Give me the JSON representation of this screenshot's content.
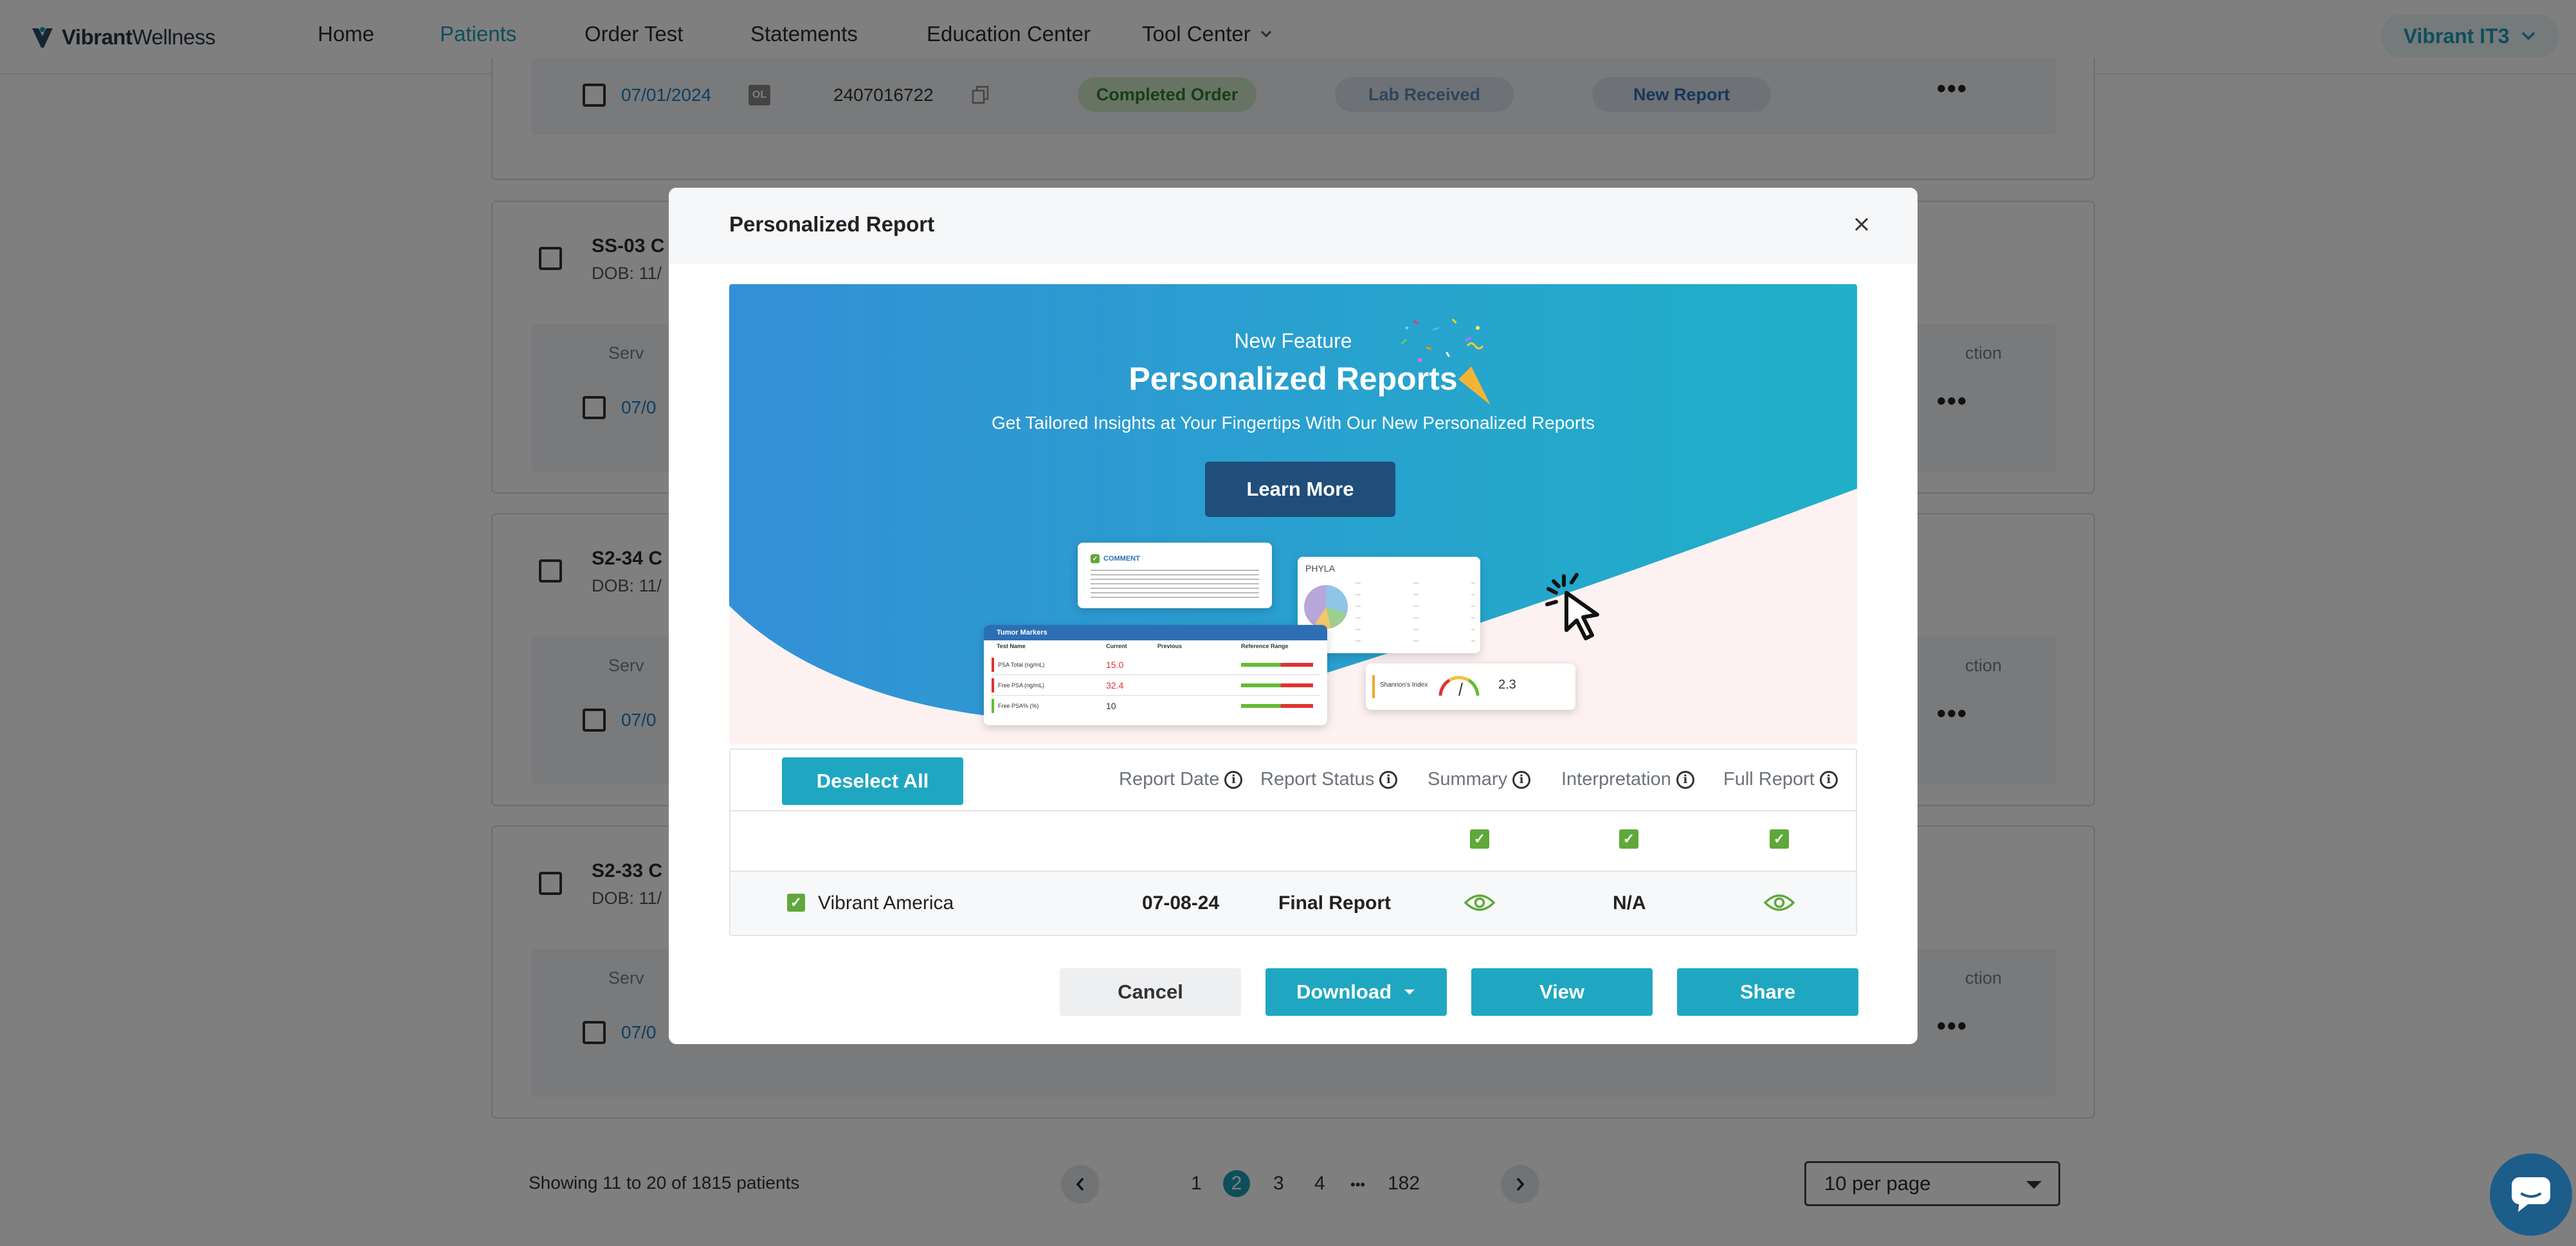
{
  "nav": {
    "brand_bold": "Vibrant",
    "brand_light": "Wellness",
    "links": [
      "Home",
      "Patients",
      "Order Test",
      "Statements",
      "Education Center",
      "Tool Center"
    ],
    "active_link": "Patients",
    "user": "Vibrant IT3"
  },
  "background": {
    "top_row": {
      "date": "07/01/2024",
      "badge": "OL",
      "order_id": "2407016722",
      "status1": "Completed Order",
      "status2": "Lab Received",
      "status3": "New Report"
    },
    "patients": [
      {
        "name": "SS-03 C",
        "dob": "DOB: 11/",
        "col_left": "Serv",
        "col_right": "ction",
        "date": "07/0"
      },
      {
        "name": "S2-34 C",
        "dob": "DOB: 11/",
        "col_left": "Serv",
        "col_right": "ction",
        "date": "07/0"
      },
      {
        "name": "S2-33 C",
        "dob": "DOB: 11/",
        "col_left": "Serv",
        "col_right": "ction",
        "date": "07/0"
      }
    ]
  },
  "pagination": {
    "summary": "Showing 11 to 20 of 1815 patients",
    "pages": [
      "1",
      "2",
      "3",
      "4",
      "182"
    ],
    "current": "2",
    "ellipsis": "•••",
    "per_page": "10 per page"
  },
  "modal": {
    "title": "Personalized Report",
    "banner": {
      "subtitle": "New Feature",
      "title": "Personalized Reports",
      "description": "Get Tailored Insights at Your Fingertips With Our New Personalized Reports",
      "button": "Learn More",
      "card_comment_title": "COMMENT",
      "card_phyla_title": "PHYLA",
      "card_tumor_title": "Tumor Markers",
      "card_tumor_cols": [
        "Test Name",
        "Current",
        "Previous",
        "Reference Range"
      ],
      "card_tumor_rows": [
        {
          "name": "PSA Total (ng/mL)",
          "current": "15.0"
        },
        {
          "name": "Free PSA (ng/mL)",
          "current": "32.4"
        },
        {
          "name": "Free PSA% (%)",
          "current": "10"
        }
      ],
      "card_shannon_title": "Shannon's Index",
      "card_shannon_value": "2.3"
    },
    "table": {
      "deselect": "Deselect All",
      "headers": [
        "Report Date",
        "Report Status",
        "Summary",
        "Interpretation",
        "Full Report"
      ],
      "row": {
        "name": "Vibrant America",
        "date": "07-08-24",
        "status": "Final Report",
        "interpretation": "N/A"
      }
    },
    "buttons": {
      "cancel": "Cancel",
      "download": "Download",
      "view": "View",
      "share": "Share"
    },
    "colors": {
      "accent": "#1fa7c1",
      "banner_blue": "#2f93d4",
      "dark_button": "#1f4e7a",
      "check_green": "#5fa83a"
    }
  }
}
